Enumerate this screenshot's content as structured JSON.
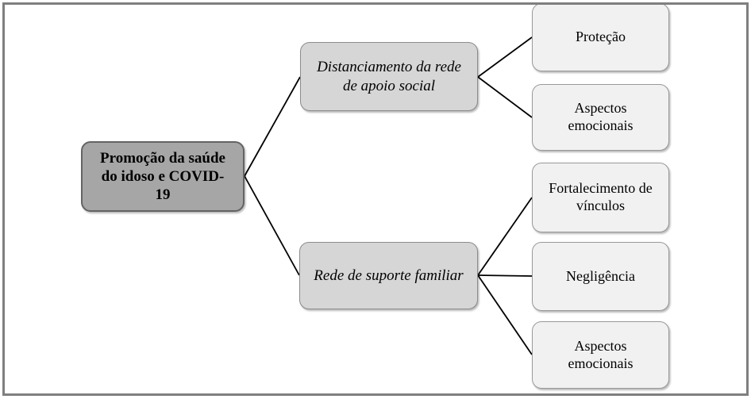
{
  "diagram": {
    "root": {
      "label": "Promoção da saúde do idoso e COVID-19"
    },
    "branches": [
      {
        "label": "Distanciamento da rede de apoio social",
        "children": [
          "Proteção",
          "Aspectos emocionais"
        ]
      },
      {
        "label": "Rede de suporte familiar",
        "children": [
          "Fortalecimento de vínculos",
          "Negligência",
          "Aspectos emocionais"
        ]
      }
    ],
    "colors": {
      "root_fill": "#a6a6a6",
      "root_border": "#646464",
      "branch_fill": "#d6d6d6",
      "branch_border": "#8c8c8c",
      "leaf_fill": "#f1f1f1",
      "leaf_border": "#999999",
      "connector_line": "#000000",
      "frame_border": "#7f7f7f"
    }
  }
}
